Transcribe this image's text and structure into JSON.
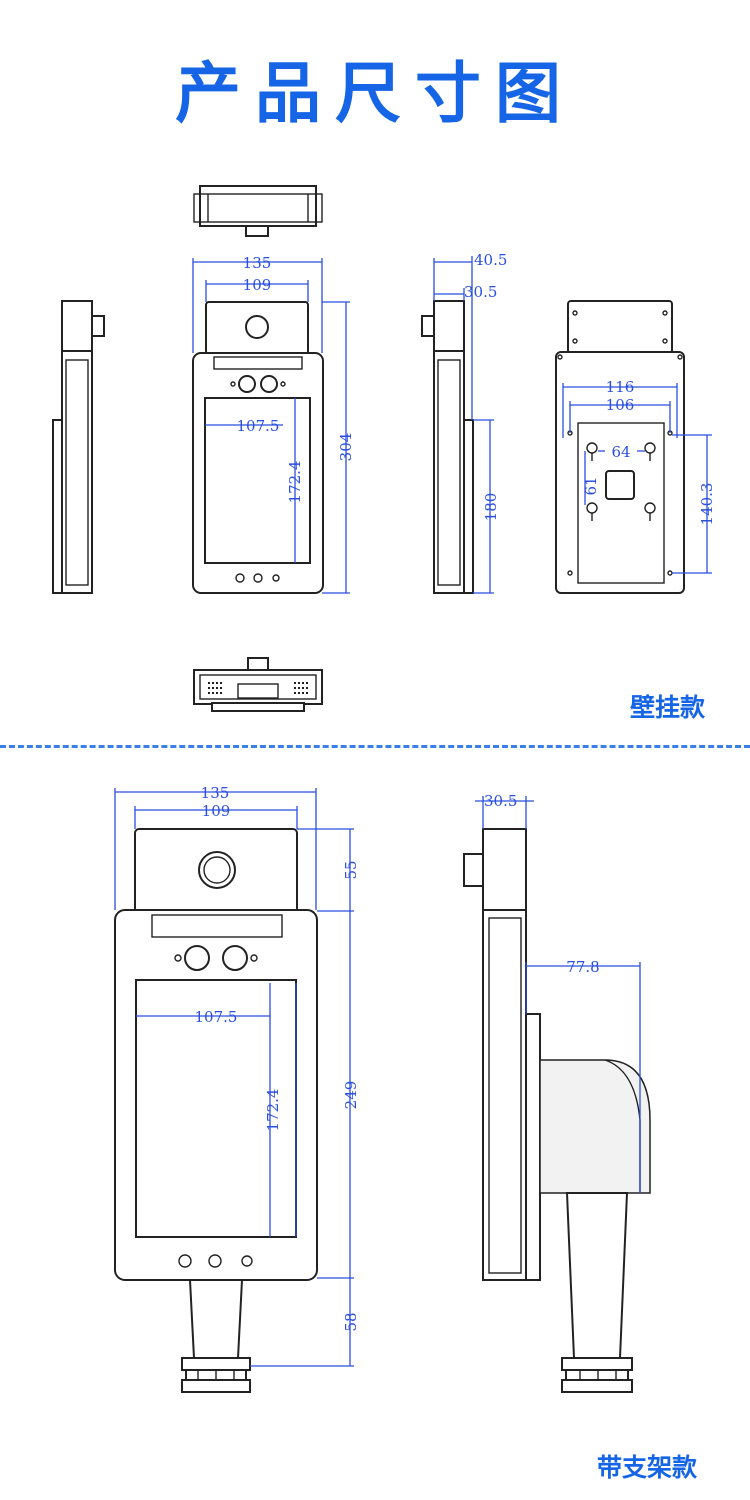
{
  "title": "产品尺寸图",
  "colors": {
    "accent": "#1565e6",
    "dimension": "#2b4fe0",
    "outline": "#222222"
  },
  "wall_mount": {
    "label": "壁挂款",
    "front": {
      "total_width": "135",
      "top_width": "109",
      "screen_width": "107.5",
      "screen_height": "172.4",
      "total_height": "304"
    },
    "side": {
      "depth_total": "40.5",
      "depth_body": "30.5",
      "plate_height": "180"
    },
    "back": {
      "outer_width": "116",
      "inner_width": "106",
      "hole_h": "64",
      "hole_v": "61",
      "height": "140.3"
    }
  },
  "stand_mount": {
    "label": "带支架款",
    "front": {
      "total_width": "135",
      "top_width": "109",
      "camera_height": "55",
      "screen_width": "107.5",
      "screen_height": "172.4",
      "body_height": "249",
      "stand_height": "58"
    },
    "side": {
      "depth": "30.5",
      "bracket_depth": "77.8"
    }
  }
}
